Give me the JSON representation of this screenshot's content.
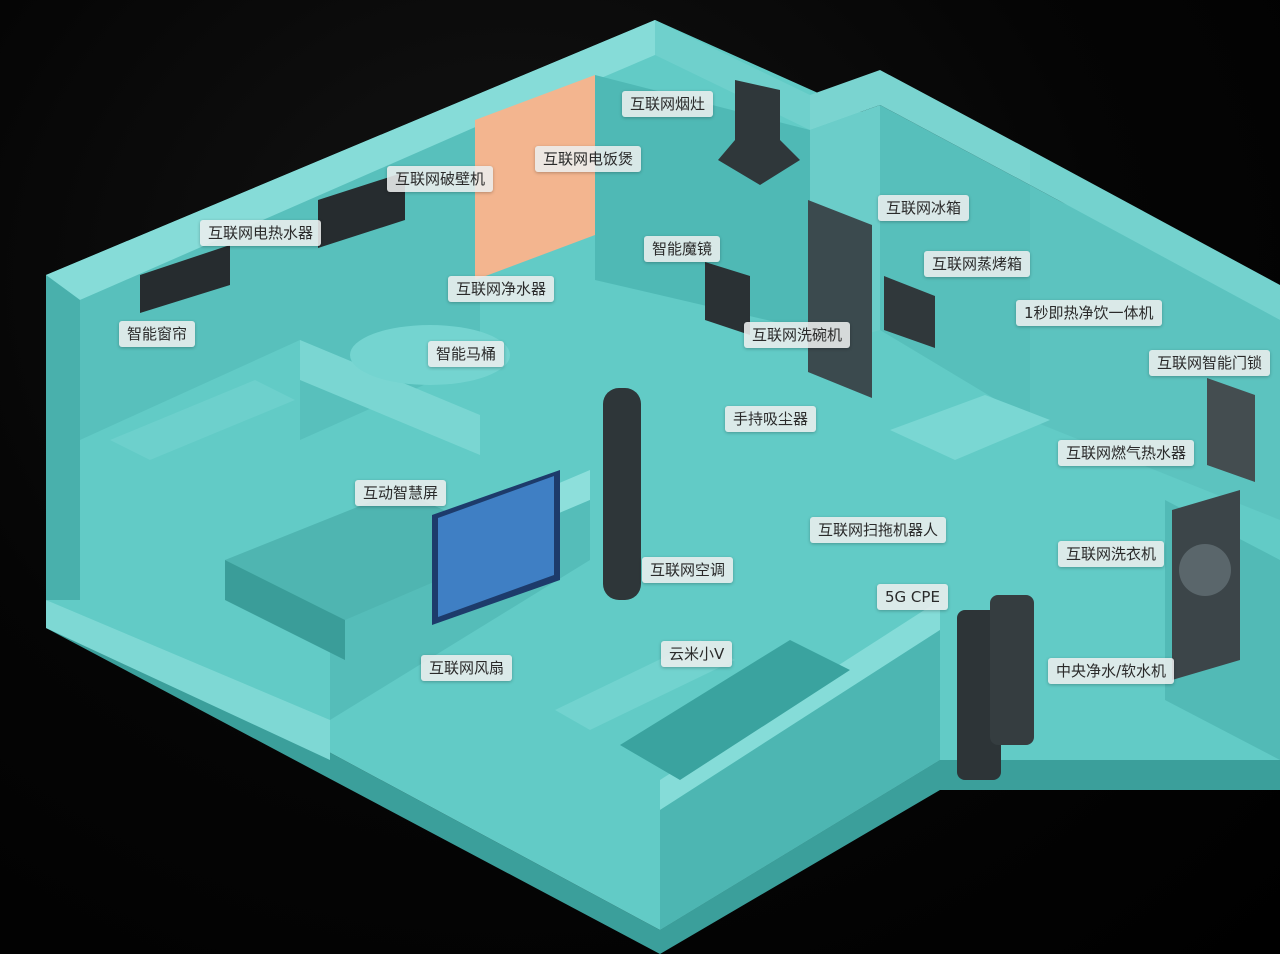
{
  "labels": {
    "range_hood": "互联网烟灶",
    "rice_cooker": "互联网电饭煲",
    "blender": "互联网破壁机",
    "water_heater_electric": "互联网电热水器",
    "fridge": "互联网冰箱",
    "smart_mirror": "智能魔镜",
    "water_purifier": "互联网净水器",
    "steam_oven": "互联网蒸烤箱",
    "instant_dispenser": "1秒即热净饮一体机",
    "smart_curtain": "智能窗帘",
    "dishwasher": "互联网洗碗机",
    "smart_lock": "互联网智能门锁",
    "smart_toilet": "智能马桶",
    "vacuum": "手持吸尘器",
    "gas_water_heater": "互联网燃气热水器",
    "smart_screen": "互动智慧屏",
    "robot_mop": "互联网扫拖机器人",
    "washer": "互联网洗衣机",
    "air_conditioner": "互联网空调",
    "cpe": "5G CPE",
    "yunmi_v": "云米小V",
    "central_water": "中央净水/软水机",
    "fan": "互联网风扇"
  },
  "colors": {
    "floor": "#5ec8c4",
    "wall_light": "#7fd6d2",
    "wall_dark": "#3fa8a4",
    "accent_wall": "#f3b58f",
    "appliance_dark": "#2b3236"
  },
  "icons": [
    "floor-plan-illustration"
  ]
}
